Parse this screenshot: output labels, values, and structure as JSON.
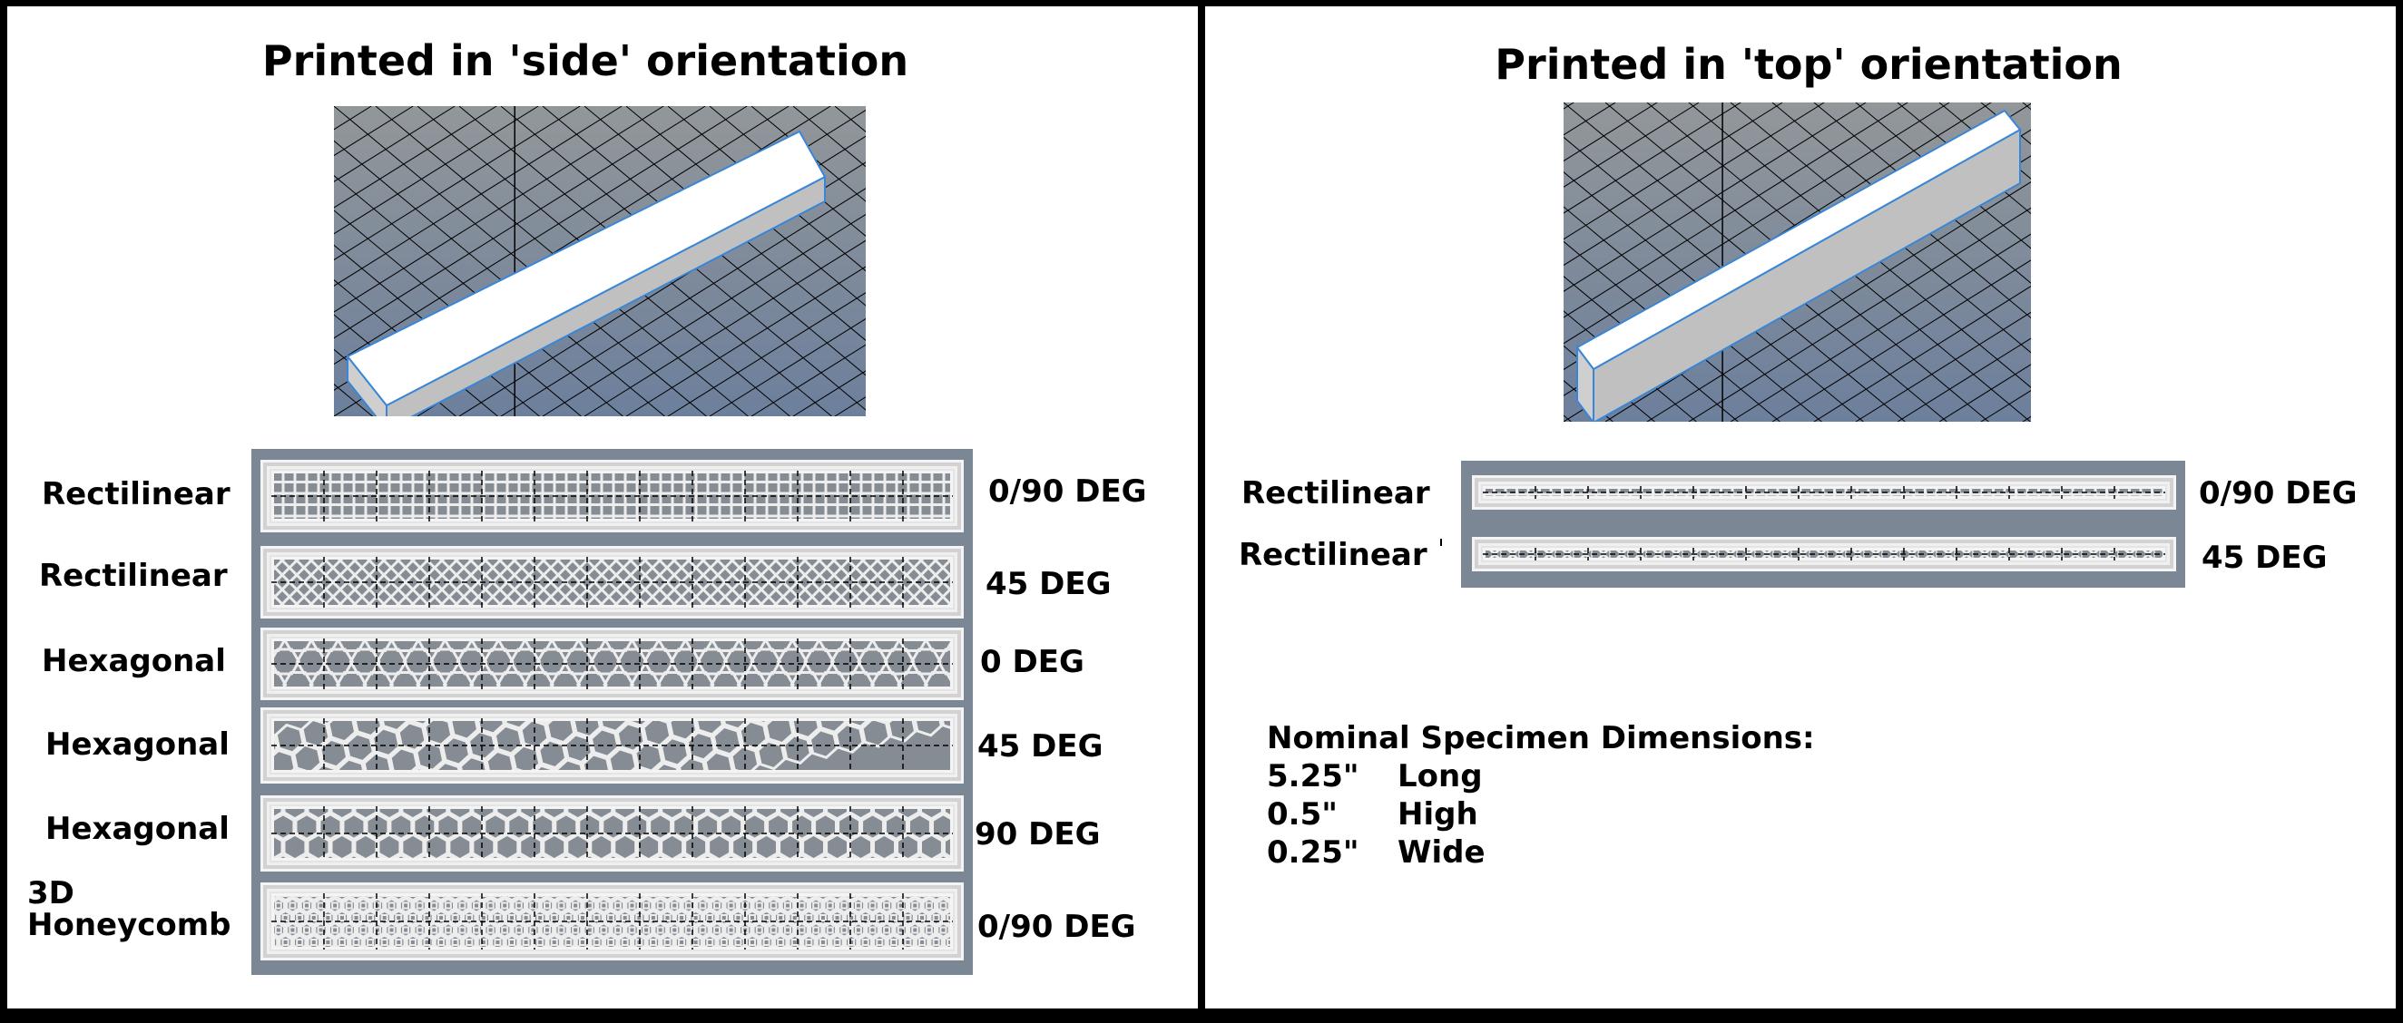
{
  "colors": {
    "frame": "#000000",
    "background": "#ffffff",
    "specimen_panel": "#7b8794",
    "scene_top": "#92979a",
    "scene_bottom": "#6c7f9c",
    "bar_top": "#ffffff",
    "bar_side": "#c0c0c0",
    "bar_edge": "#3a86d6",
    "infill": "#ededed",
    "infill_cell": "#858c93"
  },
  "left_panel": {
    "title": "Printed in 'side' orientation",
    "specimens": [
      {
        "pattern": "Rectilinear",
        "angle": "0/90 DEG",
        "infill": "rect-grid"
      },
      {
        "pattern": "Rectilinear",
        "angle": "45 DEG",
        "infill": "rect-diagonal"
      },
      {
        "pattern": "Hexagonal",
        "angle": "0 DEG",
        "infill": "hex-0"
      },
      {
        "pattern": "Hexagonal",
        "angle": "45 DEG",
        "infill": "hex-45"
      },
      {
        "pattern": "Hexagonal",
        "angle": "90 DEG",
        "infill": "hex-90"
      },
      {
        "pattern_line1": "3D",
        "pattern_line2": "Honeycomb",
        "angle": "0/90 DEG",
        "infill": "honeycomb-3d"
      }
    ]
  },
  "right_panel": {
    "title": "Printed in 'top' orientation",
    "specimens": [
      {
        "pattern": "Rectilinear",
        "angle": "0/90 DEG",
        "infill": "rect-grid-thin"
      },
      {
        "pattern": "Rectilinear",
        "angle": "45 DEG",
        "infill": "rect-diagonal-thin"
      }
    ],
    "dimensions": {
      "heading": "Nominal Specimen Dimensions:",
      "rows": [
        {
          "value": "5.25\"",
          "label": "Long"
        },
        {
          "value": "0.5\"",
          "label": "High"
        },
        {
          "value": "0.25\"",
          "label": "Wide"
        }
      ]
    }
  }
}
